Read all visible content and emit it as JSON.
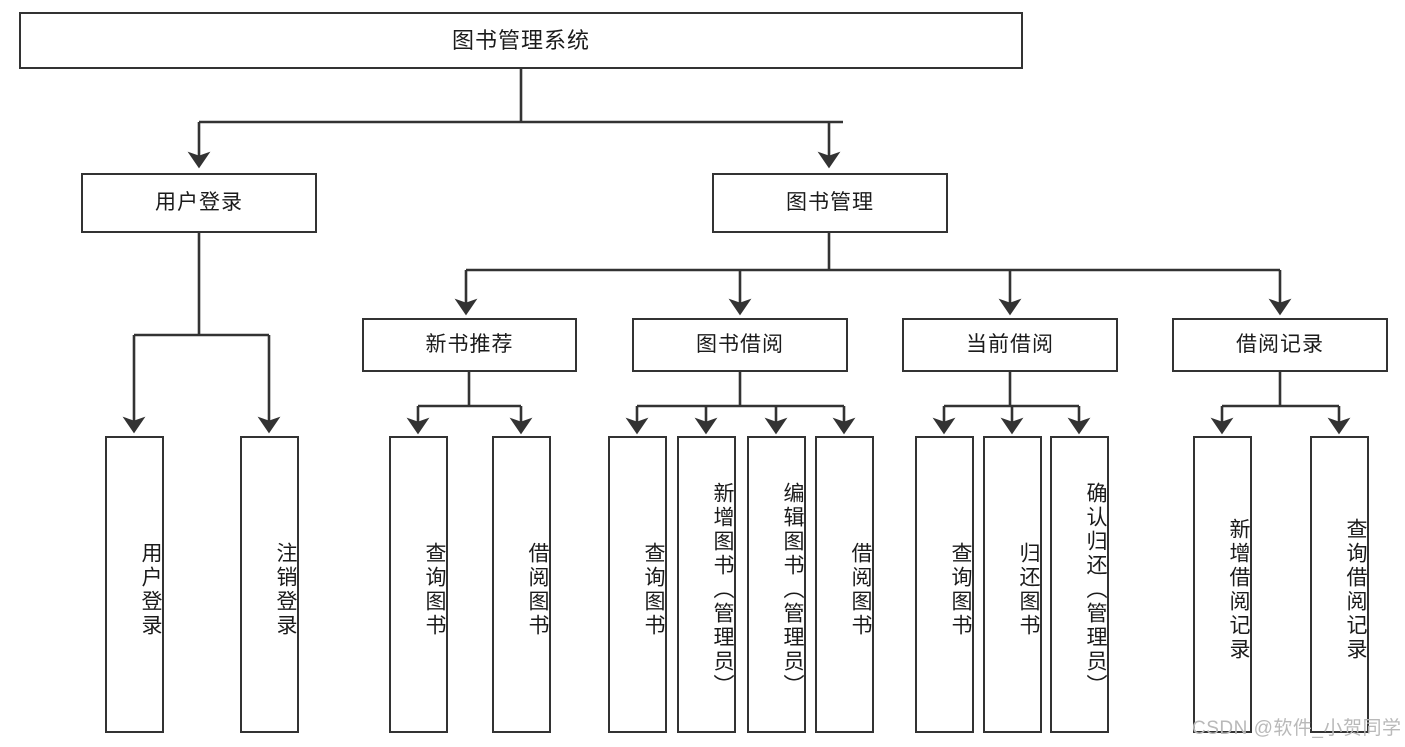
{
  "diagram": {
    "type": "tree-hierarchy",
    "title": "图书管理系统",
    "root": {
      "label": "图书管理系统"
    },
    "level2": [
      {
        "label": "用户登录"
      },
      {
        "label": "图书管理"
      }
    ],
    "level3": [
      {
        "label": "新书推荐"
      },
      {
        "label": "图书借阅"
      },
      {
        "label": "当前借阅"
      },
      {
        "label": "借阅记录"
      }
    ],
    "leaves": {
      "user_login": [
        {
          "label": "用户登录"
        },
        {
          "label": "注销登录"
        }
      ],
      "new_book_recommend": [
        {
          "label": "查询图书"
        },
        {
          "label": "借阅图书"
        }
      ],
      "book_borrow": [
        {
          "label": "查询图书"
        },
        {
          "label": "新增图书（管理员）"
        },
        {
          "label": "编辑图书（管理员）"
        },
        {
          "label": "借阅图书"
        }
      ],
      "current_borrow": [
        {
          "label": "查询图书"
        },
        {
          "label": "归还图书"
        },
        {
          "label": "确认归还（管理员）"
        }
      ],
      "borrow_record": [
        {
          "label": "新增借阅记录"
        },
        {
          "label": "查询借阅记录"
        }
      ]
    }
  },
  "watermark": {
    "text": "CSDN @软件_小贺同学"
  },
  "colors": {
    "border": "#333333",
    "background": "#ffffff",
    "text": "#1b1b1b",
    "watermark": "#b9b9b9"
  }
}
